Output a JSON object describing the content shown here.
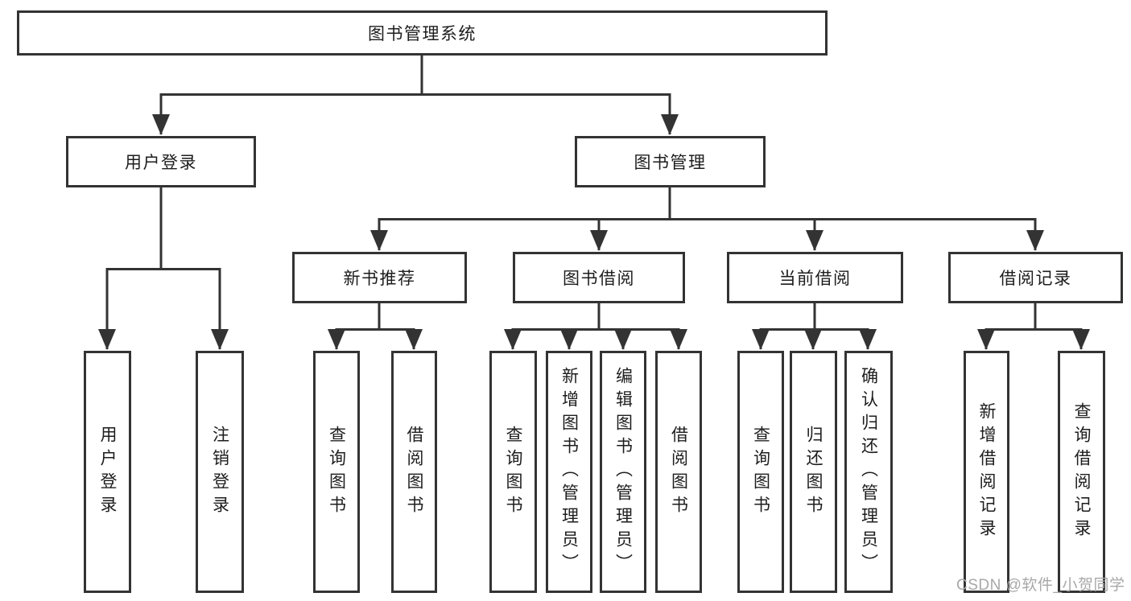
{
  "diagram": {
    "type": "org-chart",
    "title": "图书管理系统"
  },
  "tree": {
    "root": {
      "label": "图书管理系统",
      "children": [
        {
          "label": "用户登录",
          "children": [
            {
              "label": "用户登录"
            },
            {
              "label": "注销登录"
            }
          ]
        },
        {
          "label": "图书管理",
          "children": [
            {
              "label": "新书推荐",
              "children": [
                {
                  "label": "查询图书"
                },
                {
                  "label": "借阅图书"
                }
              ]
            },
            {
              "label": "图书借阅",
              "children": [
                {
                  "label": "查询图书"
                },
                {
                  "label": "新增图书（管理员）"
                },
                {
                  "label": "编辑图书（管理员）"
                },
                {
                  "label": "借阅图书"
                }
              ]
            },
            {
              "label": "当前借阅",
              "children": [
                {
                  "label": "查询图书"
                },
                {
                  "label": "归还图书"
                },
                {
                  "label": "确认归还（管理员）"
                }
              ]
            },
            {
              "label": "借阅记录",
              "children": [
                {
                  "label": "新增借阅记录"
                },
                {
                  "label": "查询借阅记录"
                }
              ]
            }
          ]
        }
      ]
    }
  },
  "watermark": "CSDN @软件_小贺同学",
  "colors": {
    "line": "#333333",
    "text": "#1d1d1d",
    "box_background": "#ffffff",
    "watermark": "#a8a8a8",
    "background": "#ffffff"
  }
}
